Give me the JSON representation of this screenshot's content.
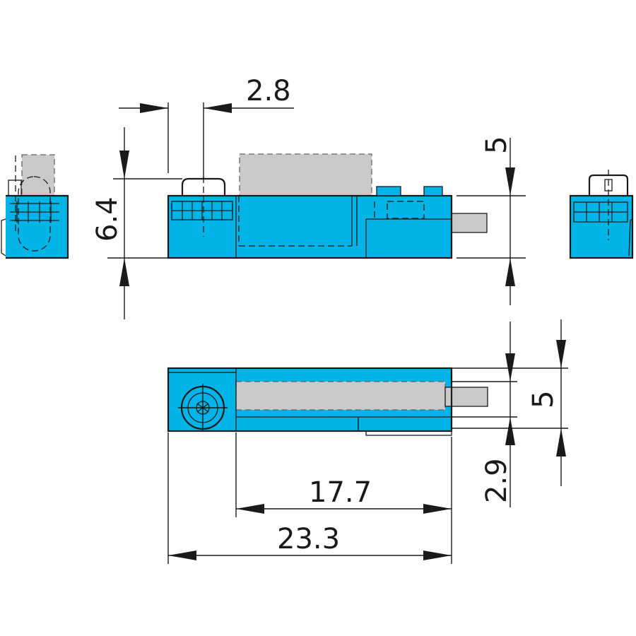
{
  "colors": {
    "body": "#00b4e8",
    "phantom": "#cacaca",
    "line": "#1a1a1a"
  },
  "dimensions": {
    "pin_offset": "2.8",
    "height": "6.4",
    "top_clearance": "5",
    "width": "5",
    "bottom_offset": "2.9",
    "inner_length": "17.7",
    "overall_length": "23.3"
  }
}
